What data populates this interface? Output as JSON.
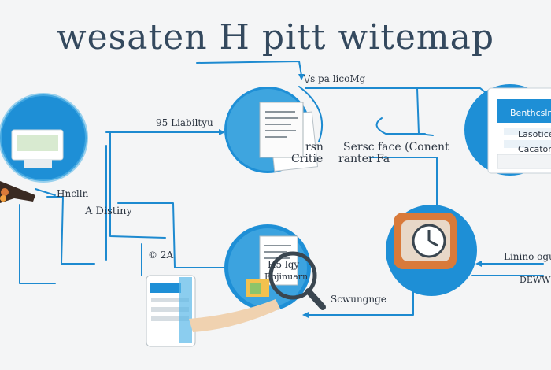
{
  "title": "wesaten  H  pitt witemap",
  "colors": {
    "accent": "#1e8fd6",
    "accent_light": "#5ab8e8",
    "line": "#1d8ad0",
    "ink": "#2b3440",
    "title": "#34495e",
    "skin": "#f0d2b0",
    "orange": "#d97a3a"
  },
  "labels": {
    "top_connector": "\\/s pa licoMg",
    "left_upper": "95 Liabiltyu",
    "left_h": "Hnclln",
    "left_a": "A Distiny",
    "center_left": "rsn",
    "center_crite": "Critie",
    "center_service": "Sersc",
    "center_ranter": "ranter",
    "center_face": "face (Conent",
    "center_fa": "Fa",
    "right_panel_head": "Benthcslnta",
    "right_panel_line1": "Lasoticen",
    "right_panel_line2": "Cacatonuh",
    "mid_small": "©  2A",
    "search_circle_top": "H5 lqy",
    "search_circle_sub": "Enjinuarn",
    "bottom_label": "Scwungnge",
    "right_lower_top": "Linino ogu",
    "right_lower_bottom": "DEWW"
  },
  "icons": {
    "left_circle": "monitor-icon",
    "center_top_circle": "document-icon",
    "right_circle": "browser-window-icon",
    "center_bottom_circle": "search-magnifier-icon",
    "right_lower_circle": "smartwatch-icon",
    "phone": "mobile-phone-icon",
    "hand": "pointing-hand-icon"
  }
}
